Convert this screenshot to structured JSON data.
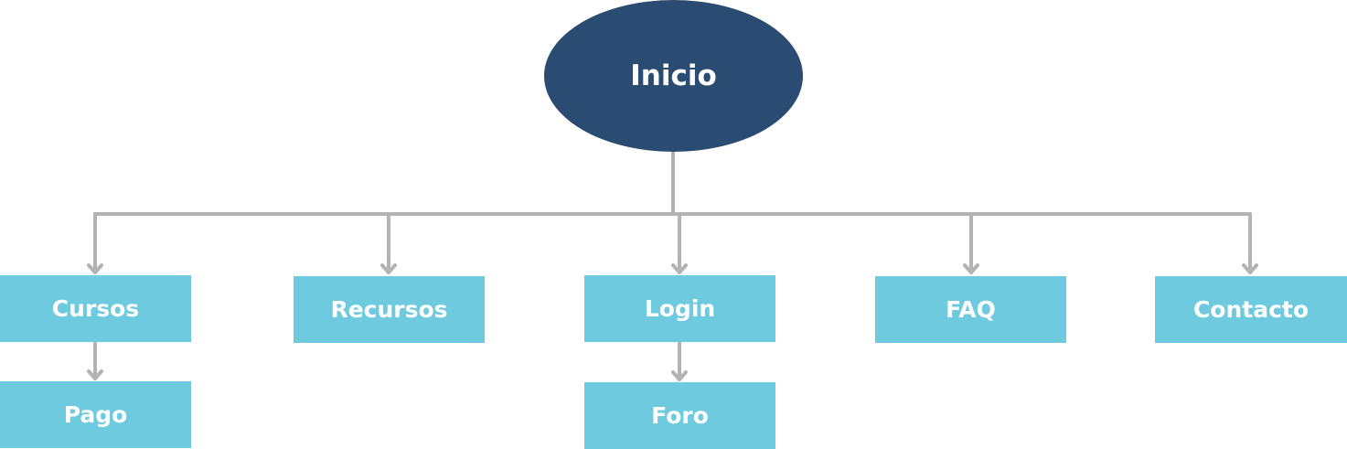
{
  "colors": {
    "root_fill": "#2a4b72",
    "node_fill": "#6ecadf",
    "connector": "#b3b3b3",
    "text": "#ffffff"
  },
  "root": {
    "label": "Inicio"
  },
  "nodes": {
    "cursos": "Cursos",
    "recursos": "Recursos",
    "login": "Login",
    "faq": "FAQ",
    "contacto": "Contacto",
    "pago": "Pago",
    "foro": "Foro"
  }
}
